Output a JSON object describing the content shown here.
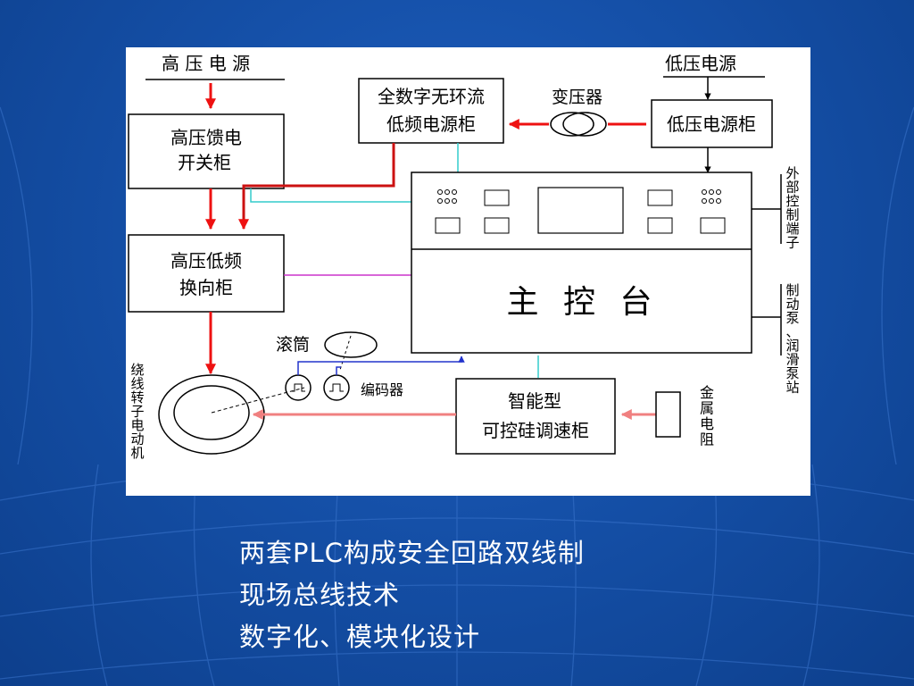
{
  "diagram": {
    "high_voltage_source": "高 压 电 源",
    "low_voltage_source": "低压电源",
    "hv_feed_cabinet": [
      "高压馈电",
      "开关柜"
    ],
    "digital_dc_cabinet": [
      "全数字无环流",
      "低频电源柜"
    ],
    "transformer": "变压器",
    "lv_power_cabinet": "低压电源柜",
    "hv_lowfreq_cabinet": [
      "高压低频",
      "换向柜"
    ],
    "main_console": "主 控 台",
    "external_terminals": [
      "外",
      "部",
      "控",
      "制",
      "端",
      "子"
    ],
    "brake_pump": [
      "制",
      "动",
      "泵",
      "、",
      "润",
      "滑",
      "泵",
      "站"
    ],
    "drum": "滚筒",
    "encoder": "编码器",
    "motor": [
      "绕",
      "线",
      "转",
      "子",
      "电",
      "动",
      "机"
    ],
    "smart_scr_cabinet": [
      "智能型",
      "可控硅调速柜"
    ],
    "metal_resistor": [
      "金",
      "属",
      "电",
      "阻"
    ]
  },
  "bullets": [
    "两套PLC构成安全回路双线制",
    "现场总线技术",
    "数字化、模块化设计"
  ],
  "colors": {
    "background": "#1550a8",
    "panel": "#ffffff",
    "power_arrow": "#ee1111",
    "feedback_arrow": "#f08080",
    "signal_cyan": "#33cccc",
    "signal_magenta": "#cc33cc",
    "signal_blue": "#2233cc"
  }
}
